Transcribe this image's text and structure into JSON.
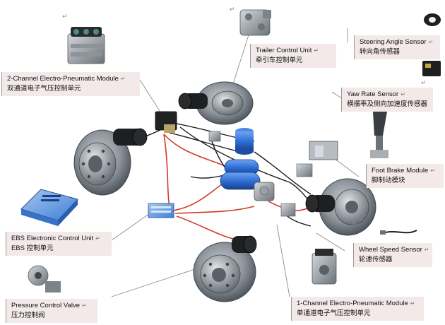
{
  "diagram": {
    "paragraph_mark": "↵",
    "labels": {
      "two_channel": {
        "en": "2-Channel Electro-Pneumatic Module",
        "zh": "双通道电子气压控制单元"
      },
      "trailer": {
        "en": "Trailer Control Unit",
        "zh": "牵引车控制单元"
      },
      "steering": {
        "en": "Steering Angle Sensor",
        "zh": "转向角传感器"
      },
      "yaw": {
        "en": "Yaw Rate Sensor",
        "zh": "横摆率及侧向加速度传感器"
      },
      "foot_brake": {
        "en": "Foot Brake Module",
        "zh": "脚制动模块"
      },
      "ebs": {
        "en": "EBS Electronic Control Unit",
        "zh": "EBS 控制单元"
      },
      "wheel_speed": {
        "en": "Wheel Speed Sensor",
        "zh": "轮速传感器"
      },
      "pressure": {
        "en": "Pressure Control Valve",
        "zh": "压力控制阀"
      },
      "one_channel": {
        "en": "1-Channel Electro-Pneumatic Module",
        "zh": "单通道电子气压控制单元"
      }
    },
    "colors": {
      "label_bg": "#f3e9e9",
      "leader": "#8c8c8c",
      "red_line": "#d23a2a",
      "black_line": "#1a1a1a",
      "metal": "#9aa0a6",
      "metal_dark": "#5f666d",
      "tank_blue": "#2f6fd6",
      "ecu_blue": "#3d7fd8"
    }
  }
}
